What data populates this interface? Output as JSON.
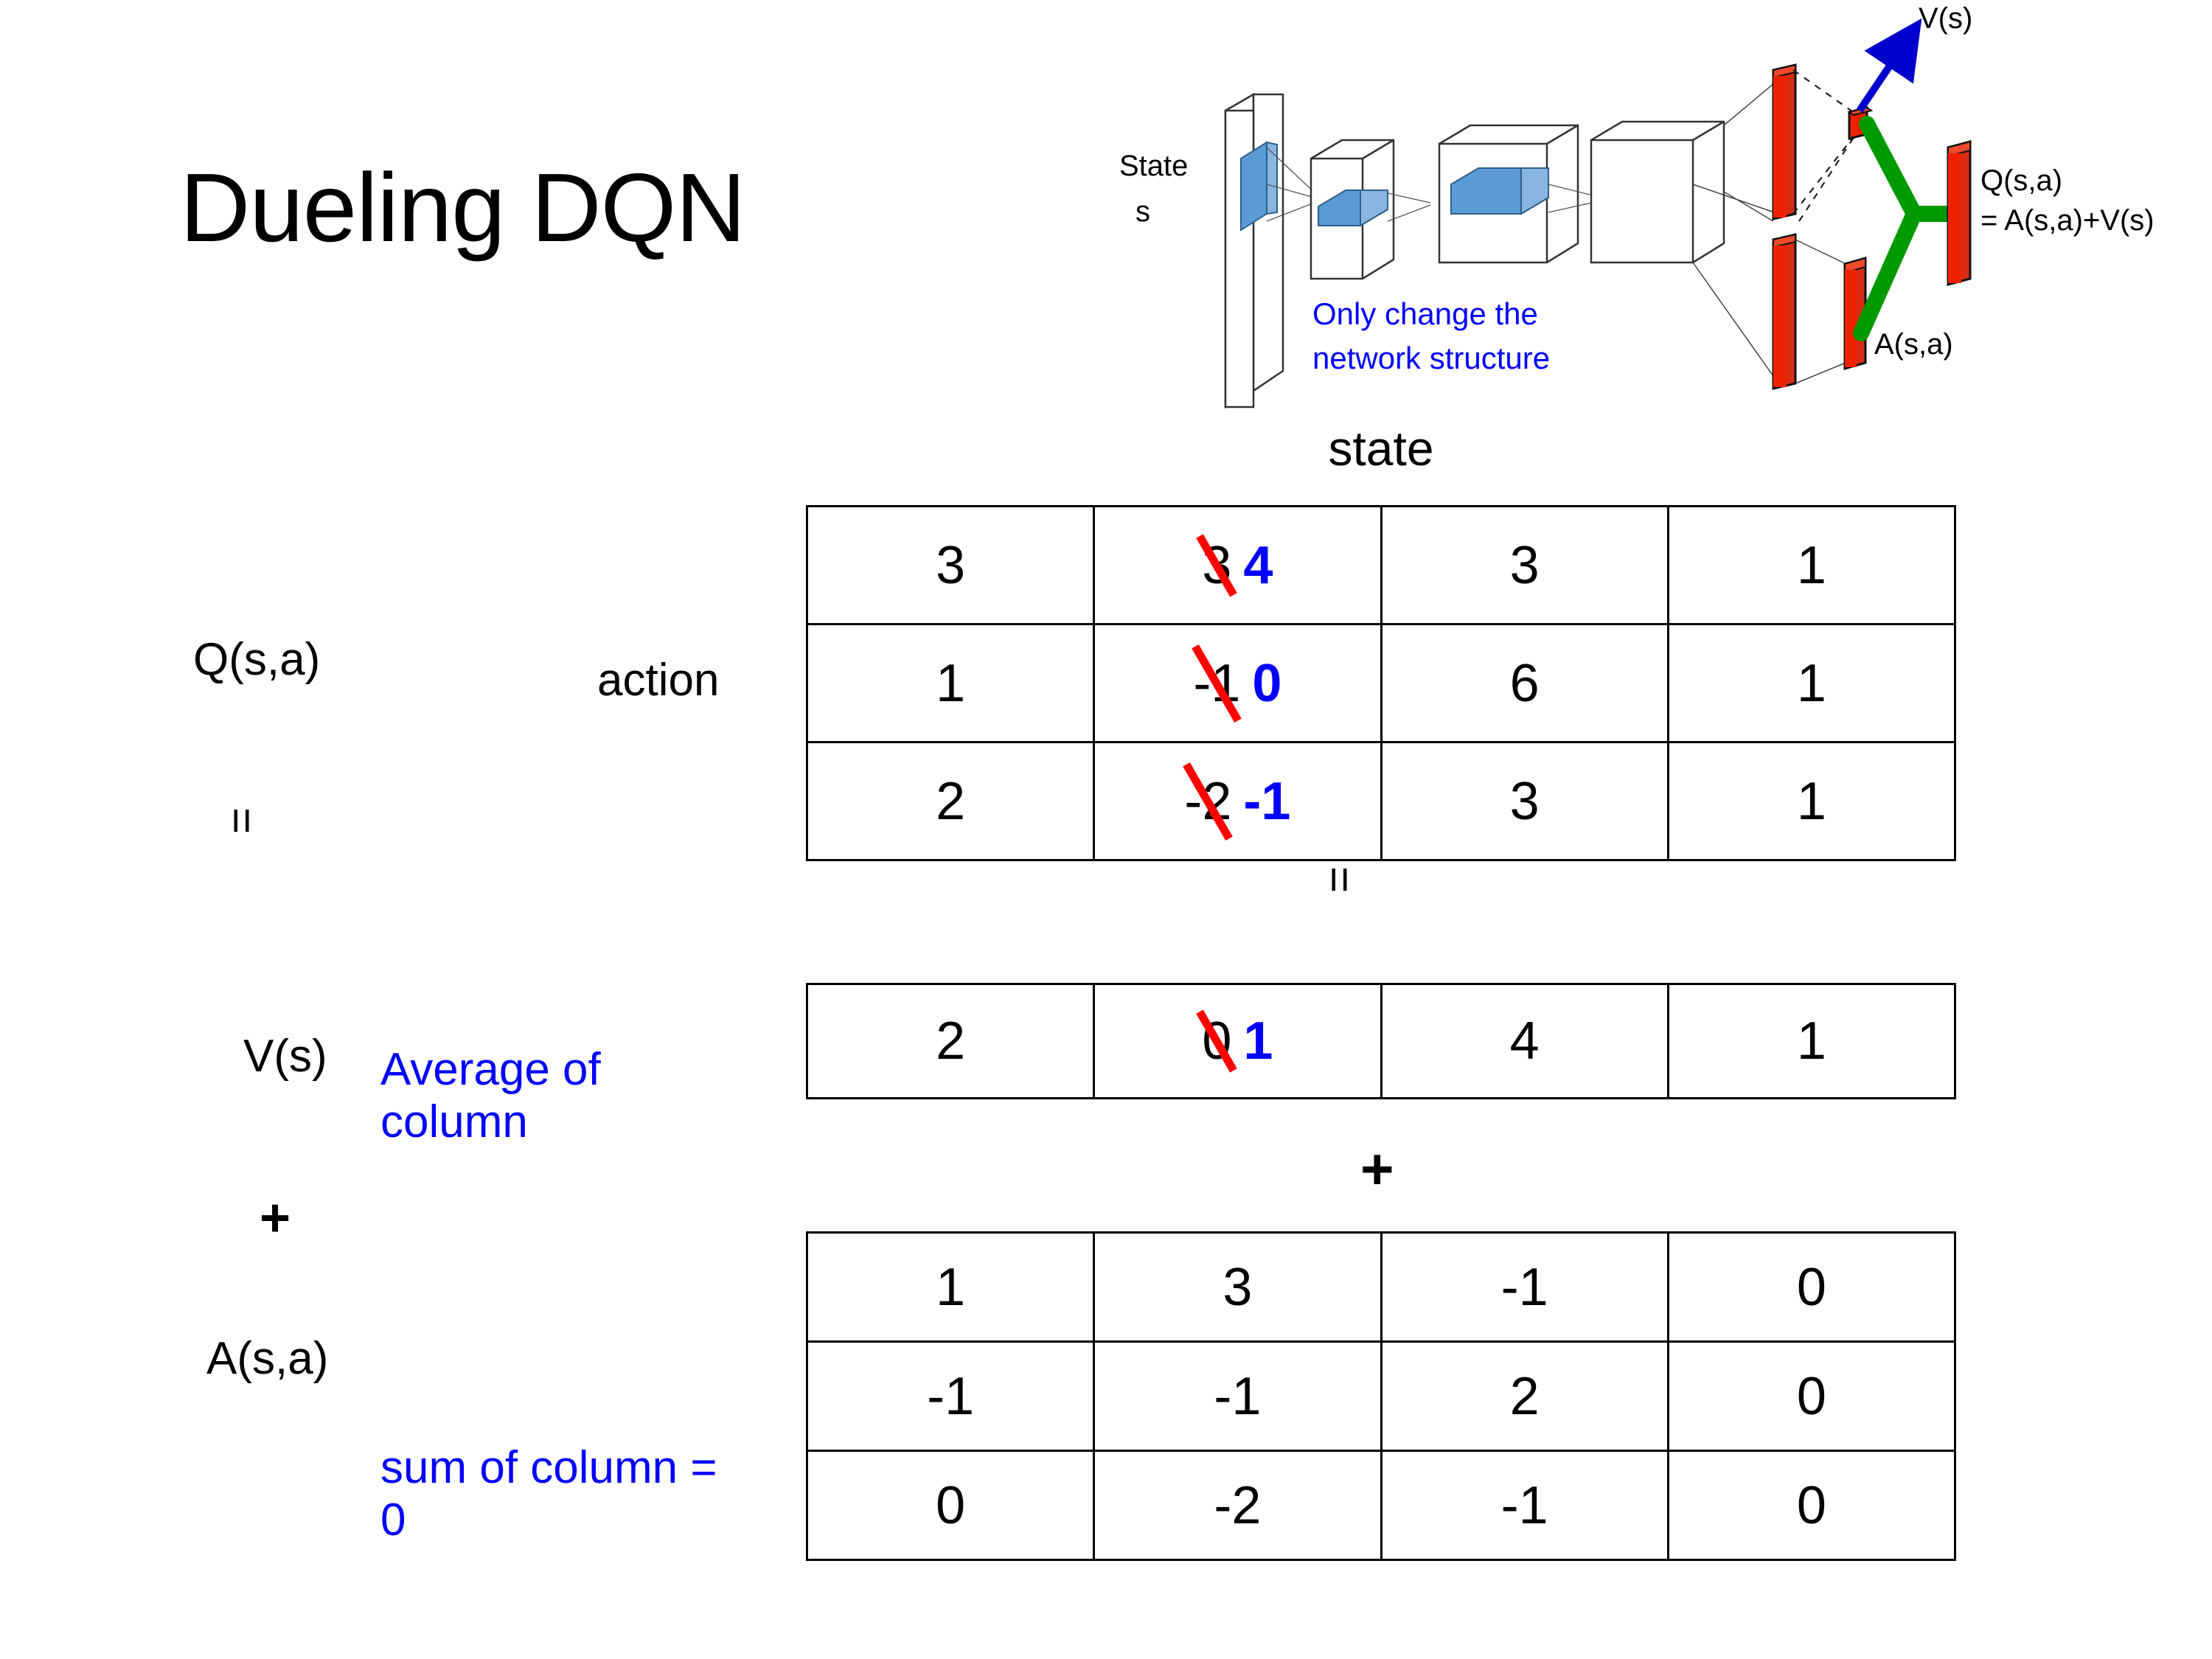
{
  "slide": {
    "title": "Dueling DQN"
  },
  "diagram": {
    "name": "dueling-dqn-network-architecture",
    "state_label_line1": "State",
    "state_label_line2": "s",
    "note_line1": "Only change the",
    "note_line2": "network structure",
    "v_label": "V(s)",
    "a_label": "A(s,a)",
    "q_label_line1": "Q(s,a)",
    "q_label_line2": "= A(s,a)+V(s)",
    "colors": {
      "note_blue": "#0000FF",
      "arrow_blue": "#0000CC",
      "bar_red": "#EE2200",
      "merge_green": "#009900",
      "layer_blue": "#5B9BD5"
    }
  },
  "labels": {
    "q_label": "Q(s,a)",
    "action_label": "action",
    "state_header": "state",
    "equals_left": "=",
    "v_label": "V(s)",
    "average_note": "Average of column",
    "plus_left": "+",
    "a_label": "A(s,a)",
    "sum_note": "sum of column = 0",
    "equals_mid": "=",
    "plus_mid": "+"
  },
  "colors": {
    "annotation_blue": "#0000FF",
    "strike_red": "#FF0000",
    "text_black": "#000000"
  },
  "chart_data": {
    "type": "table",
    "title": "Dueling DQN decomposition Q(s,a) = V(s) + A(s,a)",
    "axis_labels": {
      "columns": "state",
      "rows": "action"
    },
    "tables": [
      {
        "name": "Q(s,a)",
        "rows": 3,
        "cols": 4,
        "values": [
          [
            "3",
            "3",
            "3",
            "1"
          ],
          [
            "1",
            "-1",
            "6",
            "1"
          ],
          [
            "2",
            "-2",
            "3",
            "1"
          ]
        ],
        "edited_cells": [
          {
            "row": 0,
            "col": 1,
            "old": "3",
            "new": "4"
          },
          {
            "row": 1,
            "col": 1,
            "old": "-1",
            "new": "0"
          },
          {
            "row": 2,
            "col": 1,
            "old": "-2",
            "new": "-1"
          }
        ]
      },
      {
        "name": "V(s)",
        "rows": 1,
        "cols": 4,
        "values": [
          [
            "2",
            "0",
            "4",
            "1"
          ]
        ],
        "edited_cells": [
          {
            "row": 0,
            "col": 1,
            "old": "0",
            "new": "1"
          }
        ]
      },
      {
        "name": "A(s,a)",
        "rows": 3,
        "cols": 4,
        "values": [
          [
            "1",
            "3",
            "-1",
            "0"
          ],
          [
            "-1",
            "-1",
            "2",
            "0"
          ],
          [
            "0",
            "-2",
            "-1",
            "0"
          ]
        ],
        "edited_cells": []
      }
    ]
  }
}
